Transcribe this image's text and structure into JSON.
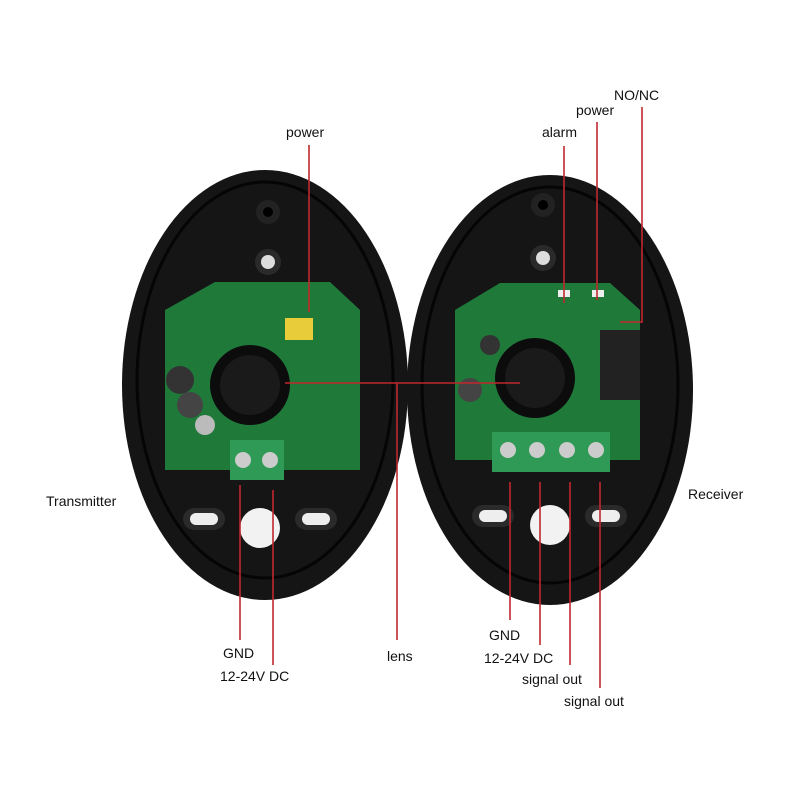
{
  "labels": {
    "tx_power": "power",
    "rx_alarm": "alarm",
    "rx_power": "power",
    "rx_nonc": "NO/NC",
    "transmitter": "Transmitter",
    "receiver": "Receiver",
    "tx_gnd": "GND",
    "tx_voltage": "12-24V DC",
    "lens": "lens",
    "rx_gnd": "GND",
    "rx_voltage": "12-24V DC",
    "rx_signal_out_1": "signal out",
    "rx_signal_out_2": "signal out"
  },
  "colors": {
    "leader_line": "#c0282d",
    "housing": "#141414",
    "pcb": "#1f7a3a",
    "terminal": "#2f9a55"
  }
}
